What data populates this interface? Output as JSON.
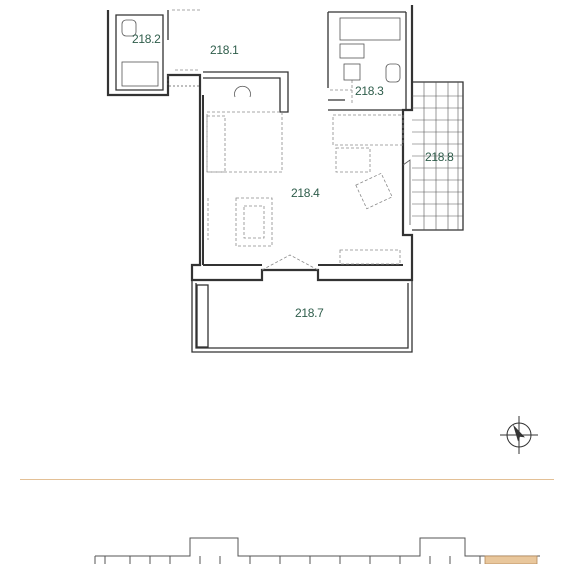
{
  "floorplan": {
    "rooms": [
      {
        "id": "218.1",
        "label": "218.1"
      },
      {
        "id": "218.2",
        "label": "218.2"
      },
      {
        "id": "218.3",
        "label": "218.3"
      },
      {
        "id": "218.4",
        "label": "218.4"
      },
      {
        "id": "218.7",
        "label": "218.7"
      },
      {
        "id": "218.8",
        "label": "218.8"
      }
    ]
  },
  "colors": {
    "wall": "#333333",
    "label": "#2f5d4b",
    "divider": "#e3c096",
    "highlight": "#e9c79c",
    "furniture": "#8a8a8a"
  },
  "icons": [
    "compass-icon"
  ]
}
